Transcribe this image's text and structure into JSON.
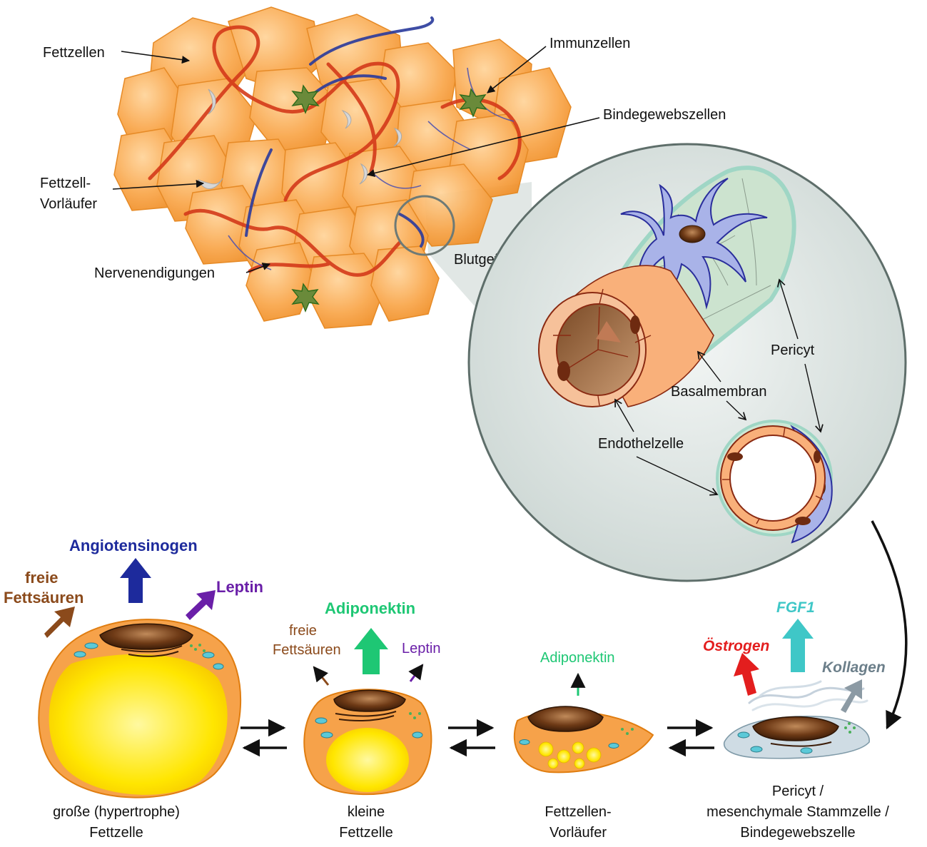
{
  "tissue_labels": {
    "fettzellen": "Fettzellen",
    "immunzellen": "Immunzellen",
    "bindegewebszellen": "Bindegewebszellen",
    "fettzell_vorlaeufer_1": "Fettzell-",
    "fettzell_vorlaeufer_2": "Vorläufer",
    "nervenendigungen": "Nervenendigungen",
    "blutgefaess": "Blutgefäß"
  },
  "vessel_labels": {
    "pericyt": "Pericyt",
    "basalmembran": "Basalmembran",
    "endothelzelle": "Endothelzelle"
  },
  "secretions": {
    "angiotensinogen": "Angiotensinogen",
    "freie_fettsaeuren_big_1": "freie",
    "freie_fettsaeuren_big_2": "Fettsäuren",
    "leptin_big": "Leptin",
    "adiponektin_big": "Adiponektin",
    "freie_fettsaeuren_small_1": "freie",
    "freie_fettsaeuren_small_2": "Fettsäuren",
    "leptin_small": "Leptin",
    "adiponektin_small": "Adiponektin",
    "oestrogen": "Östrogen",
    "fgf1": "FGF1",
    "kollagen": "Kollagen"
  },
  "cell_captions": {
    "large_1": "große (hypertrophe)",
    "large_2": "Fettzelle",
    "small_1": "kleine",
    "small_2": "Fettzelle",
    "precursor_1": "Fettzellen-",
    "precursor_2": "Vorläufer",
    "pericyte_1": "Pericyt /",
    "pericyte_2": "mesenchymale Stammzelle /",
    "pericyte_3": "Bindegewebszelle"
  },
  "colors": {
    "fat_orange": "#f7a343",
    "fat_edge": "#e07d10",
    "lipid_yellow": "#ffe500",
    "artery_red": "#d43a1a",
    "vein_blue": "#2a3a9c",
    "immune_green": "#4f8a2f",
    "nucleus_brown": "#5a2f12",
    "angiotensinogen": "#1d2a9c",
    "fatty_acids": "#8b4a1b",
    "leptin": "#6a1fa8",
    "adiponektin": "#1ec774",
    "oestrogen": "#e31e1e",
    "fgf1": "#3fc7c7",
    "kollagen": "#6c7f8a"
  }
}
